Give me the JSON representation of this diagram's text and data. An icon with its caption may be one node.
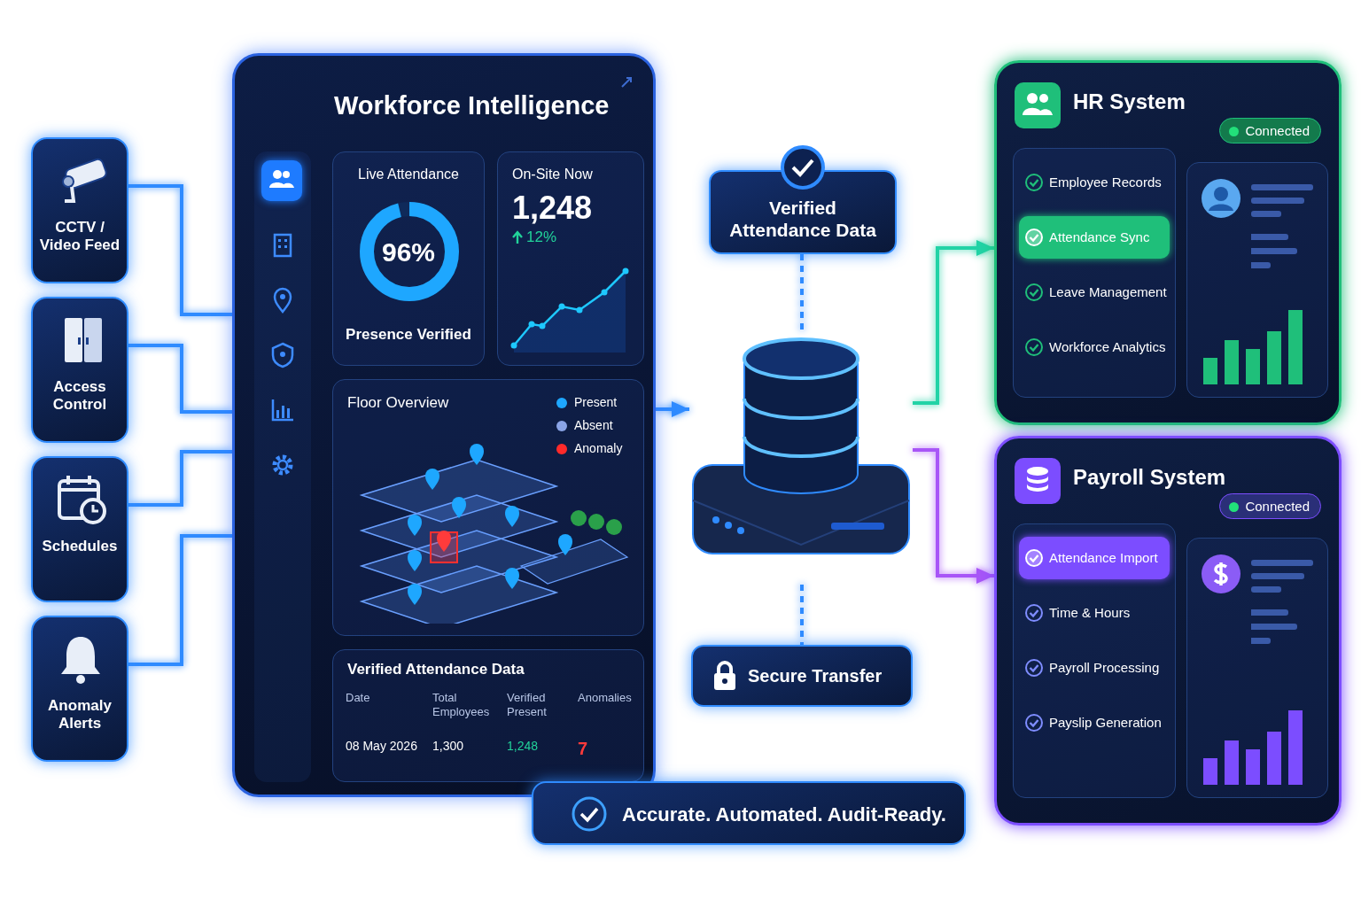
{
  "diagram": {
    "nodes": [
      {
        "text": [
          "CCTV / Video Feed"
        ]
      },
      {
        "text": [
          "Access Control"
        ]
      },
      {
        "text": [
          "Schedules"
        ]
      },
      {
        "text": [
          "Anomaly Alerts"
        ]
      },
      {
        "text": [
          "Workforce Intelligence"
        ]
      },
      {
        "text": [
          "Live Attendance",
          "96%",
          "Presence Verified"
        ],
        "in": 4
      },
      {
        "text": [
          "On-Site Now",
          "1,248",
          "12%"
        ],
        "in": 4
      },
      {
        "text": [
          "Floor Overview"
        ],
        "in": 4
      },
      {
        "text": [
          "Verified Attendance Data",
          "Date",
          "08 May 2026",
          "Total Employees",
          "1,300",
          "Verified Present",
          "1,248",
          "Anomalies",
          "7"
        ],
        "in": 4
      },
      {
        "text": [
          "Verified Attendance Data"
        ]
      },
      {
        "text": [],
        "shape": "cylinder"
      },
      {
        "text": [
          "Secure Transfer"
        ]
      },
      {
        "text": [
          "HR System",
          "Connected",
          "Employee Records",
          "Attendance Sync",
          "Leave Management",
          "Workforce Analytics"
        ]
      },
      {
        "text": [
          "Payroll System",
          "Connected",
          "Attendance Import",
          "Time & Hours",
          "Payroll Processing",
          "Payslip Generation"
        ]
      },
      {
        "text": [
          "Accurate. Automated. Audit-Ready."
        ]
      }
    ],
    "edges": [
      {
        "from": 0,
        "to": 4,
        "arrow": "none"
      },
      {
        "from": 1,
        "to": 4,
        "arrow": "none"
      },
      {
        "from": 2,
        "to": 4,
        "arrow": "none"
      },
      {
        "from": 3,
        "to": 4,
        "arrow": "none"
      },
      {
        "from": 4,
        "to": 10,
        "arrow": "to"
      },
      {
        "from": 9,
        "to": 10,
        "arrow": "none",
        "style": "dashed"
      },
      {
        "from": 10,
        "to": 11,
        "arrow": "none",
        "style": "dashed"
      },
      {
        "from": 10,
        "to": 12,
        "arrow": "to",
        "color": "#22d3a6"
      },
      {
        "from": 10,
        "to": 13,
        "arrow": "to",
        "color": "#a855f7"
      }
    ],
    "legend": [
      {
        "text": "Present",
        "color": "#1ea7ff"
      },
      {
        "text": "Absent",
        "color": "#8aa4e6"
      },
      {
        "text": "Anomaly",
        "color": "#ff2a2a"
      }
    ]
  }
}
